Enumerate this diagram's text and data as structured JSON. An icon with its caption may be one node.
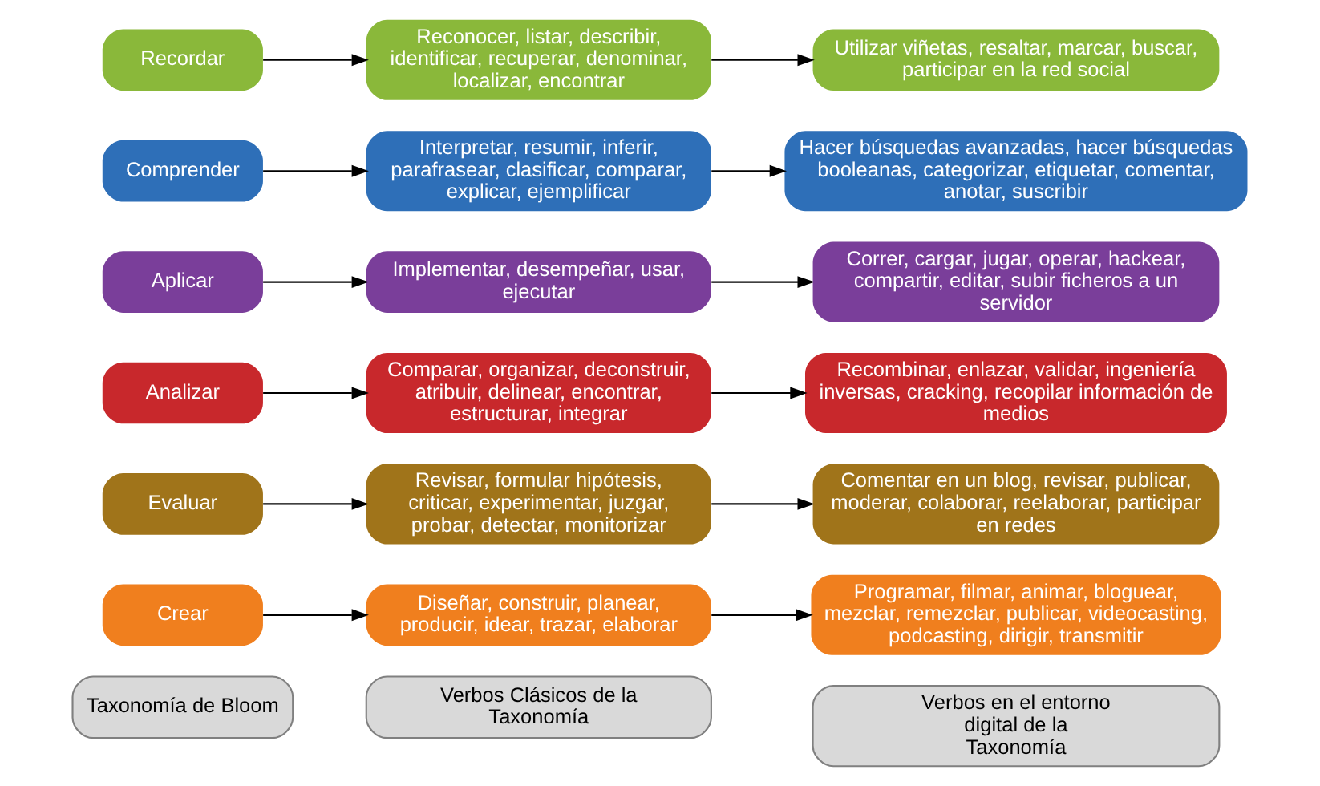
{
  "diagram": {
    "nodes": [
      {
        "text": [
          "Taxonomía de Bloom"
        ]
      },
      {
        "text": [
          "Verbos Clásicos de la Taxonomía"
        ]
      },
      {
        "text": [
          "Verbos en el entorno digital de la Taxonomía"
        ]
      },
      {
        "text": [
          "Crear"
        ]
      },
      {
        "text": [
          "Diseñar, construir, planear, producir, idear, trazar, elaborar"
        ]
      },
      {
        "text": [
          "Programar, filmar, animar, bloguear, mezclar, remezclar, publicar, videocasting, podcasting, dirigir, transmitir"
        ]
      },
      {
        "text": [
          "Evaluar"
        ]
      },
      {
        "text": [
          "Revisar, formular hipótesis, criticar, experimentar, juzgar, probar, detectar, monitorizar"
        ]
      },
      {
        "text": [
          "Comentar en un blog, revisar, publicar, moderar, colaborar, reelaborar, participar en redes"
        ]
      },
      {
        "text": [
          "Analizar"
        ]
      },
      {
        "text": [
          "Comparar, organizar, deconstruir, atribuir, delinear, encontrar, estructurar, integrar"
        ]
      },
      {
        "text": [
          "Recombinar, enlazar, validar, ingeniería inversas, cracking, recopilar información de medios"
        ]
      },
      {
        "text": [
          "Aplicar"
        ]
      },
      {
        "text": [
          "Implementar, desempeñar, usar, ejecutar"
        ]
      },
      {
        "text": [
          "Correr, cargar, jugar, operar, hackear, compartir, editar, subir ficheros a un servidor"
        ]
      },
      {
        "text": [
          "Comprender"
        ]
      },
      {
        "text": [
          "Interpretar, resumir, inferir, parafrasear, clasificar, comparar, explicar, ejemplificar"
        ]
      },
      {
        "text": [
          "Hacer búsquedas avanzadas, hacer búsquedas booleanas, categorizar, etiquetar, comentar, anotar, suscribir"
        ]
      },
      {
        "text": [
          "Recordar"
        ]
      },
      {
        "text": [
          "Reconocer, listar, describir, identificar, recuperar, denominar, localizar, encontrar"
        ]
      },
      {
        "text": [
          "Utilizar viñetas, resaltar, marcar, buscar, participar en la red social"
        ]
      }
    ],
    "edges": [
      {
        "from": 3,
        "to": 4,
        "arrow": "to"
      },
      {
        "from": 4,
        "to": 5,
        "arrow": "to"
      },
      {
        "from": 6,
        "to": 7,
        "arrow": "to"
      },
      {
        "from": 7,
        "to": 8,
        "arrow": "to"
      },
      {
        "from": 9,
        "to": 10,
        "arrow": "to"
      },
      {
        "from": 10,
        "to": 11,
        "arrow": "to"
      },
      {
        "from": 12,
        "to": 13,
        "arrow": "to"
      },
      {
        "from": 13,
        "to": 14,
        "arrow": "to"
      },
      {
        "from": 15,
        "to": 16,
        "arrow": "to"
      },
      {
        "from": 16,
        "to": 17,
        "arrow": "to"
      },
      {
        "from": 18,
        "to": 19,
        "arrow": "to"
      },
      {
        "from": 19,
        "to": 20,
        "arrow": "to"
      }
    ]
  }
}
